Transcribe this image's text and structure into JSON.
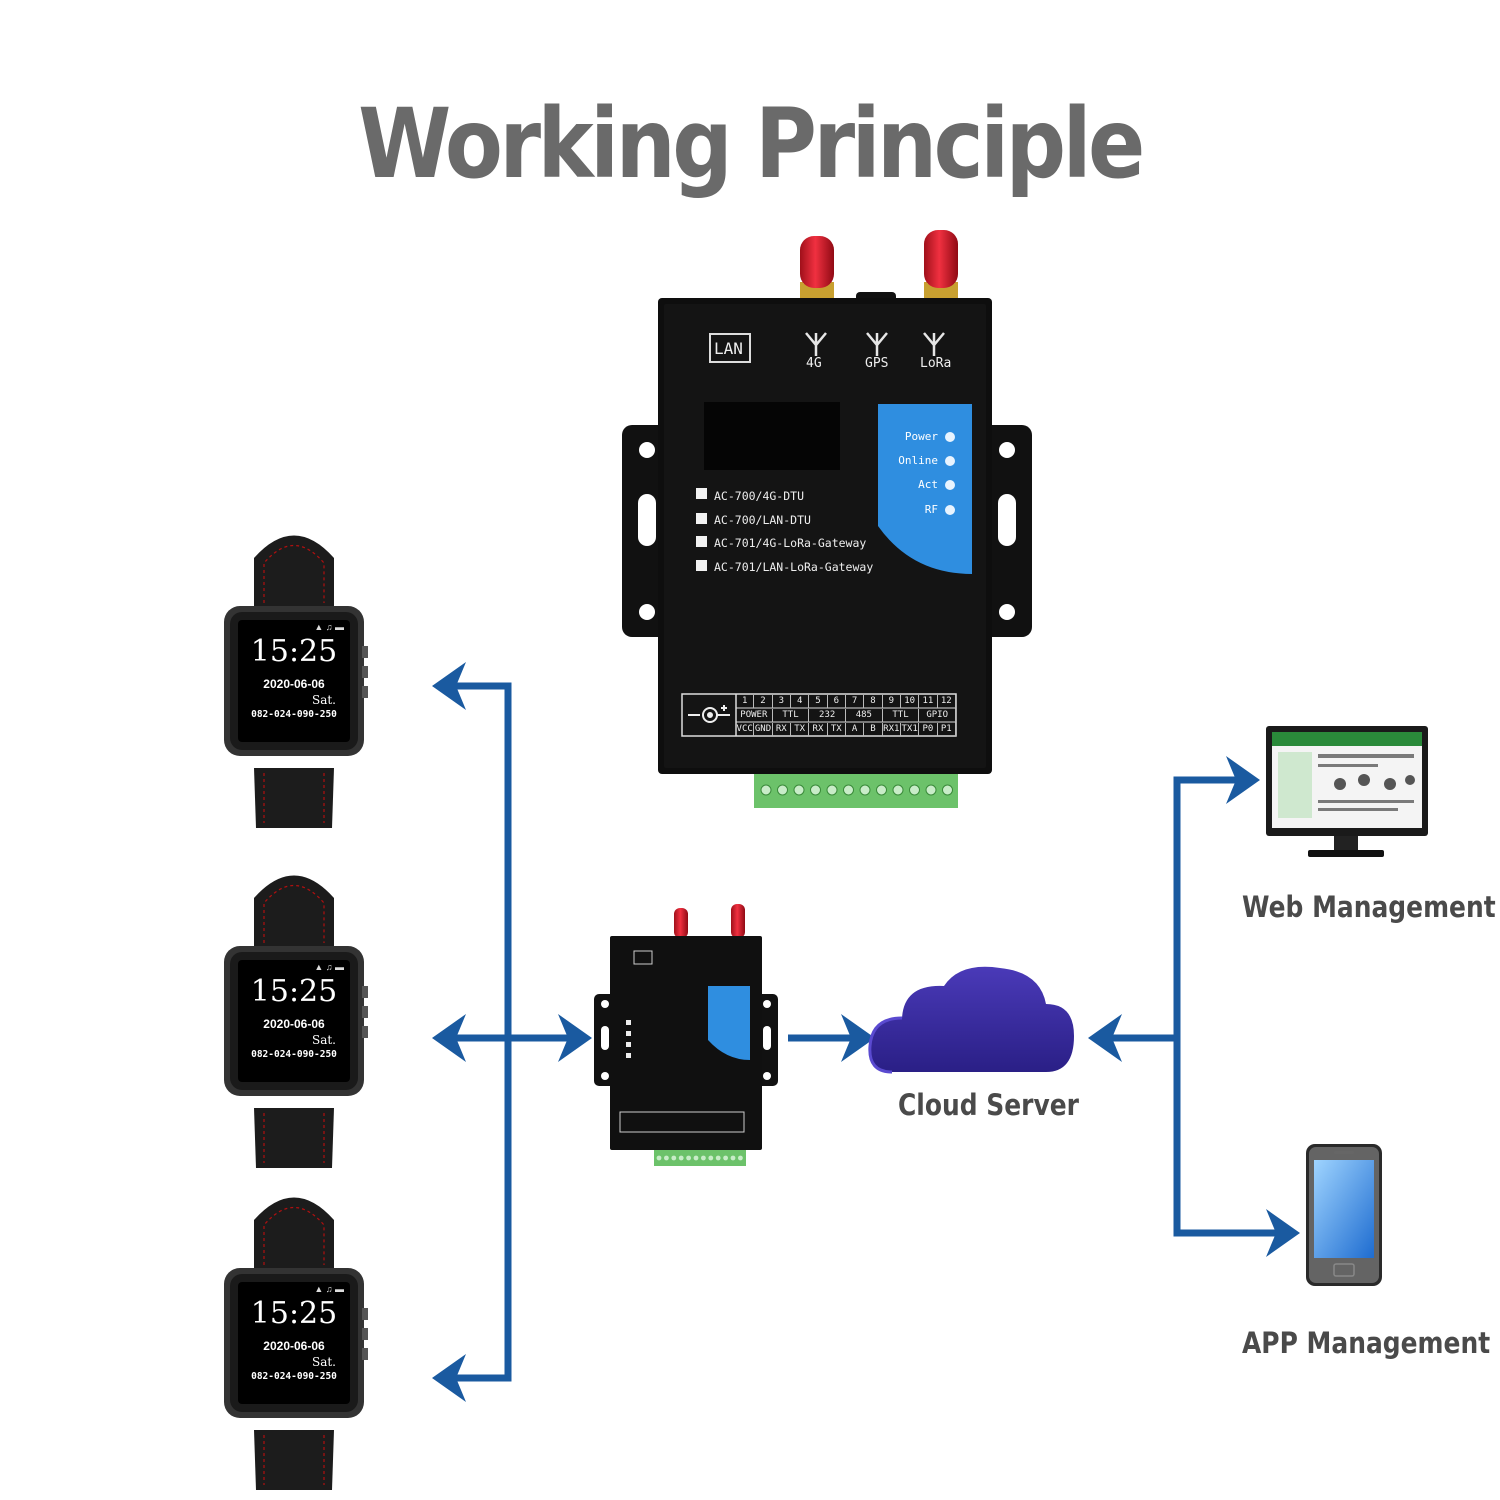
{
  "title": "Working Principle",
  "gateway": {
    "lan_label": "LAN",
    "antennas": [
      "4G",
      "GPS",
      "LoRa"
    ],
    "models": [
      "AC-700/4G-DTU",
      "AC-700/LAN-DTU",
      "AC-701/4G-LoRa-Gateway",
      "AC-701/LAN-LoRa-Gateway"
    ],
    "leds": [
      "Power",
      "Online",
      "Act",
      "RF"
    ],
    "pin_numbers": [
      "1",
      "2",
      "3",
      "4",
      "5",
      "6",
      "7",
      "8",
      "9",
      "10",
      "11",
      "12"
    ],
    "pin_groups": [
      "POWER",
      "TTL",
      "232",
      "485",
      "TTL",
      "GPIO"
    ],
    "pin_names": [
      "VCC",
      "GND",
      "RX",
      "TX",
      "RX",
      "TX",
      "A",
      "B",
      "RX1",
      "TX1",
      "P0",
      "P1"
    ]
  },
  "watch": {
    "time": "15:25",
    "date": "2020-06-06",
    "day": "Sat.",
    "id": "082-024-090-250"
  },
  "cloud_label": "Cloud Server",
  "web_label": "Web Management",
  "app_label": "APP Management",
  "colors": {
    "arrow": "#1a5aa0",
    "title": "#6a6a6a",
    "cloud": "#3a2a9a",
    "led_panel": "#2f8ee0",
    "device_body": "#111111",
    "terminal": "#6cc26a"
  }
}
